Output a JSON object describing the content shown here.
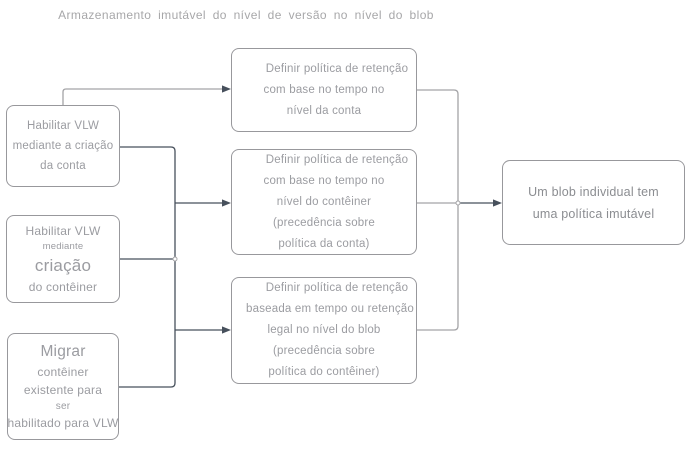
{
  "title": "Armazenamento  imutável  do  nível  de  versão  no  nível  do  blob",
  "colors": {
    "box_border": "#98989c",
    "box_text": "#9b9ca1",
    "box_text_dark": "#8b8d91",
    "title_color": "#a7a7a9",
    "connector_dark": "#47505c",
    "connector_gray": "#a3a3a6"
  },
  "boxes": {
    "left1": {
      "lines": [
        "Habilitar VLW",
        "mediante a criação",
        "da conta"
      ]
    },
    "left2": {
      "lines": [
        "Habilitar VLW",
        "mediante",
        "criação",
        "do contêiner"
      ]
    },
    "left3": {
      "lines": [
        "Migrar",
        "contêiner",
        "existente para",
        "ser",
        "habilitado para VLW"
      ]
    },
    "mid1": {
      "lines": [
        "Definir política de retenção",
        "com base no tempo no",
        "nível da conta"
      ]
    },
    "mid2": {
      "lines": [
        "Definir política de retenção",
        "com base no tempo no",
        "nível do contêiner",
        "(precedência sobre",
        "política da conta)"
      ]
    },
    "mid3": {
      "lines": [
        "Definir política de retenção",
        "baseada em tempo ou retenção",
        "legal no nível do blob",
        "(precedência sobre",
        "política do contêiner)"
      ]
    },
    "right1": {
      "lines": [
        "Um blob individual tem",
        "uma política imutável"
      ]
    }
  }
}
